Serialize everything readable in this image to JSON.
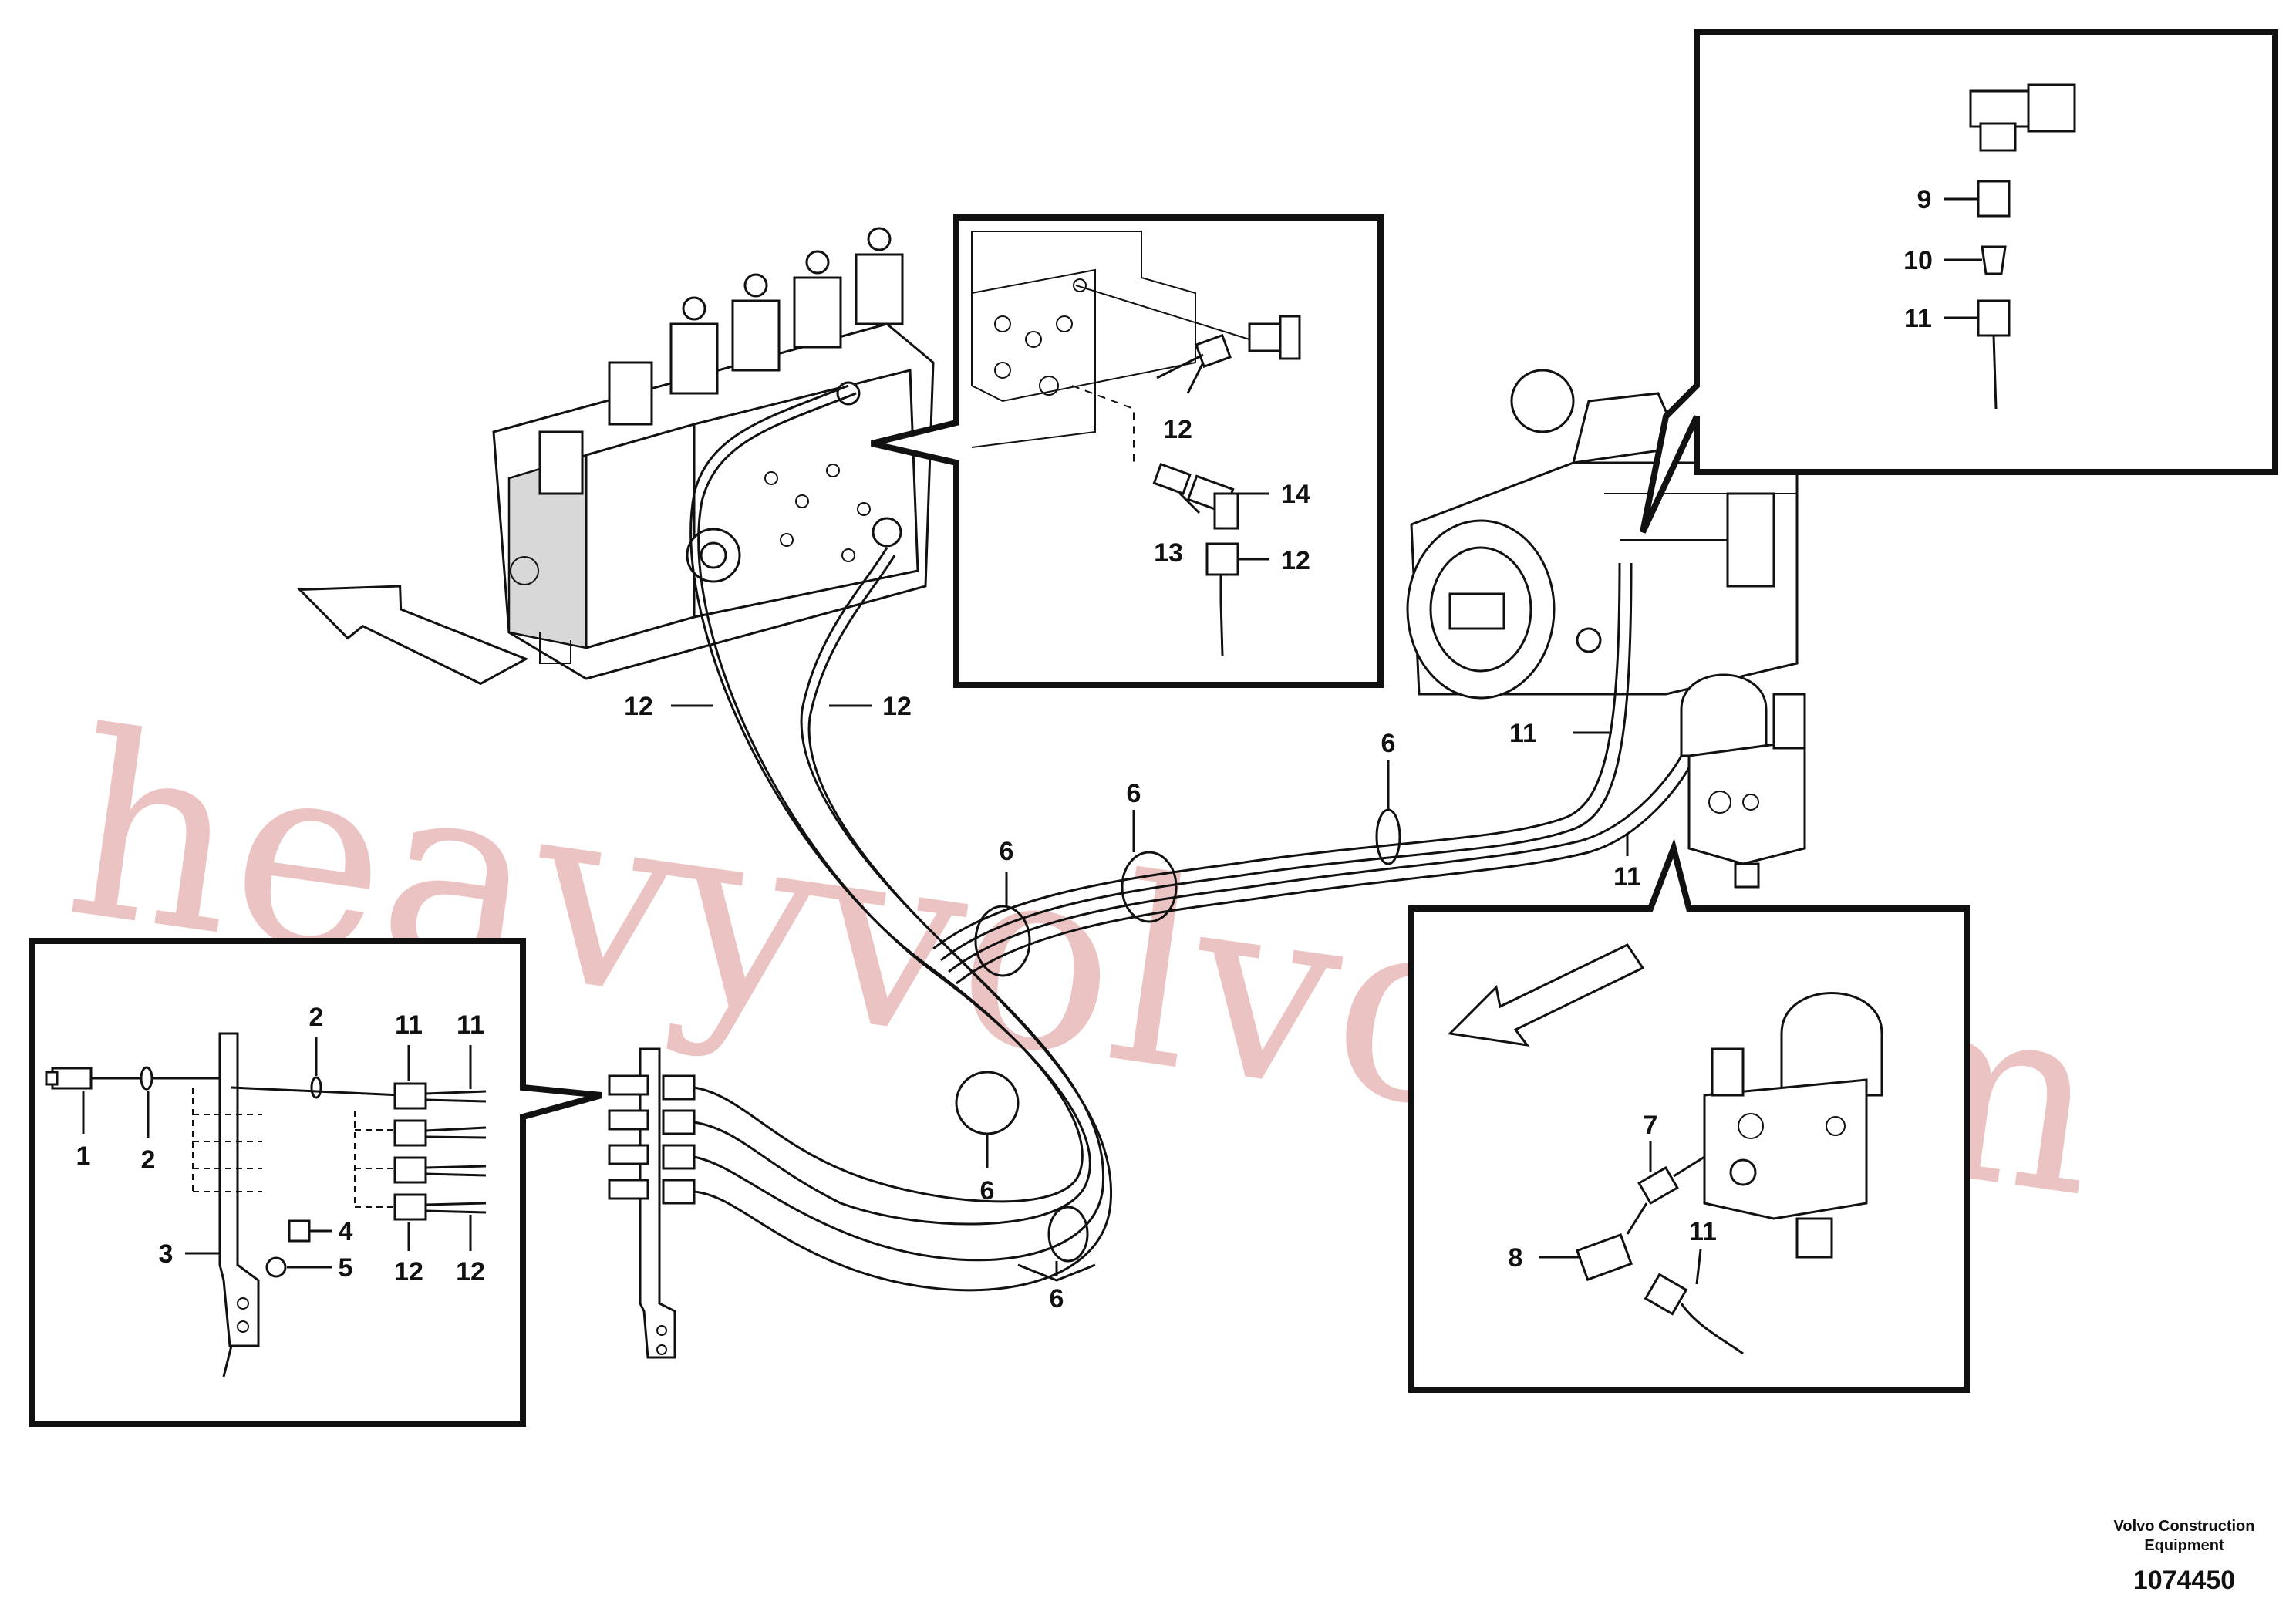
{
  "watermark": "heavyvolvo.com",
  "footer": {
    "company_line1": "Volvo Construction",
    "company_line2": "Equipment",
    "drawing_number": "1074450"
  },
  "callouts": {
    "c1": "1",
    "c2a": "2",
    "c2b": "2",
    "c3": "3",
    "c4": "4",
    "c5": "5",
    "c6a": "6",
    "c6b": "6",
    "c6c": "6",
    "c6d": "6",
    "c6e": "6",
    "c7": "7",
    "c8": "8",
    "c9": "9",
    "c10": "10",
    "c11a": "11",
    "c11b": "11",
    "c11c": "11",
    "c11d": "11",
    "c11e": "11",
    "c11f": "11",
    "c12a": "12",
    "c12b": "12",
    "c12c": "12",
    "c12d": "12",
    "c12e": "12",
    "c12f": "12",
    "c13": "13",
    "c14": "14"
  }
}
